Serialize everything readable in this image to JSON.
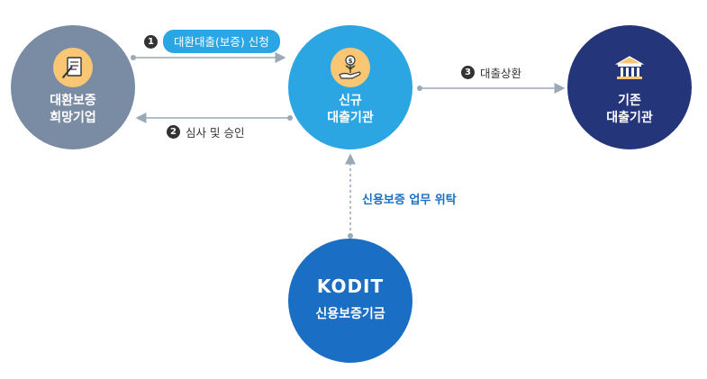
{
  "nodes": {
    "applicant": {
      "line1": "대환보증",
      "line2": "희망기업"
    },
    "new_lender": {
      "line1": "신규",
      "line2": "대출기관"
    },
    "existing_lender": {
      "line1": "기존",
      "line2": "대출기관"
    },
    "kodit": {
      "logo": "KODIT",
      "label": "신용보증기금"
    }
  },
  "steps": [
    {
      "num": "1",
      "label": "대환대출(보증) 신청"
    },
    {
      "num": "2",
      "label": "심사 및 승인"
    },
    {
      "num": "3",
      "label": "대출상환"
    }
  ],
  "delegation_label": "신용보증 업무 위탁",
  "colors": {
    "applicant": "#7a8ba4",
    "new_lender": "#2ba6e2",
    "existing_lender": "#25357a",
    "kodit": "#1a6ec4",
    "icon_bg": "#f9c774"
  }
}
